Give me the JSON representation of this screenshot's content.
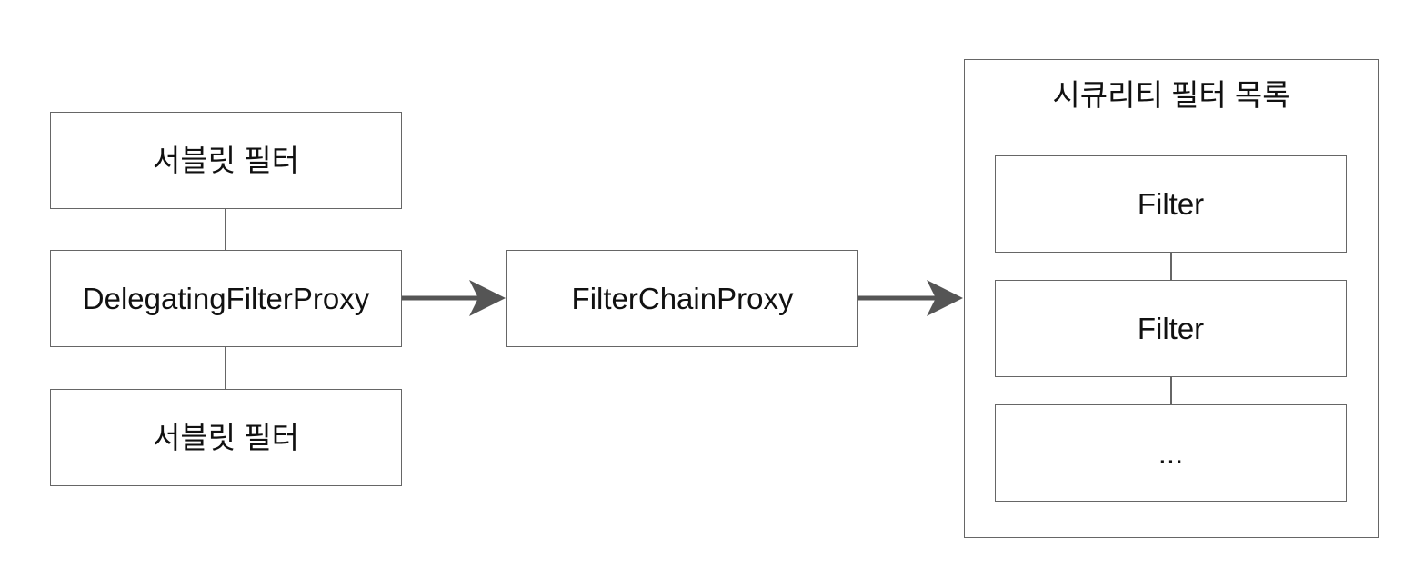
{
  "left_stack": {
    "top_box": "서블릿 필터",
    "middle_box": "DelegatingFilterProxy",
    "bottom_box": "서블릿 필터"
  },
  "middle": {
    "box": "FilterChainProxy"
  },
  "right_group": {
    "title": "시큐리티 필터 목록",
    "items": [
      "Filter",
      "Filter",
      "..."
    ]
  },
  "colors": {
    "border": "#666666",
    "arrow": "#555555",
    "text": "#111111",
    "background": "#ffffff"
  }
}
